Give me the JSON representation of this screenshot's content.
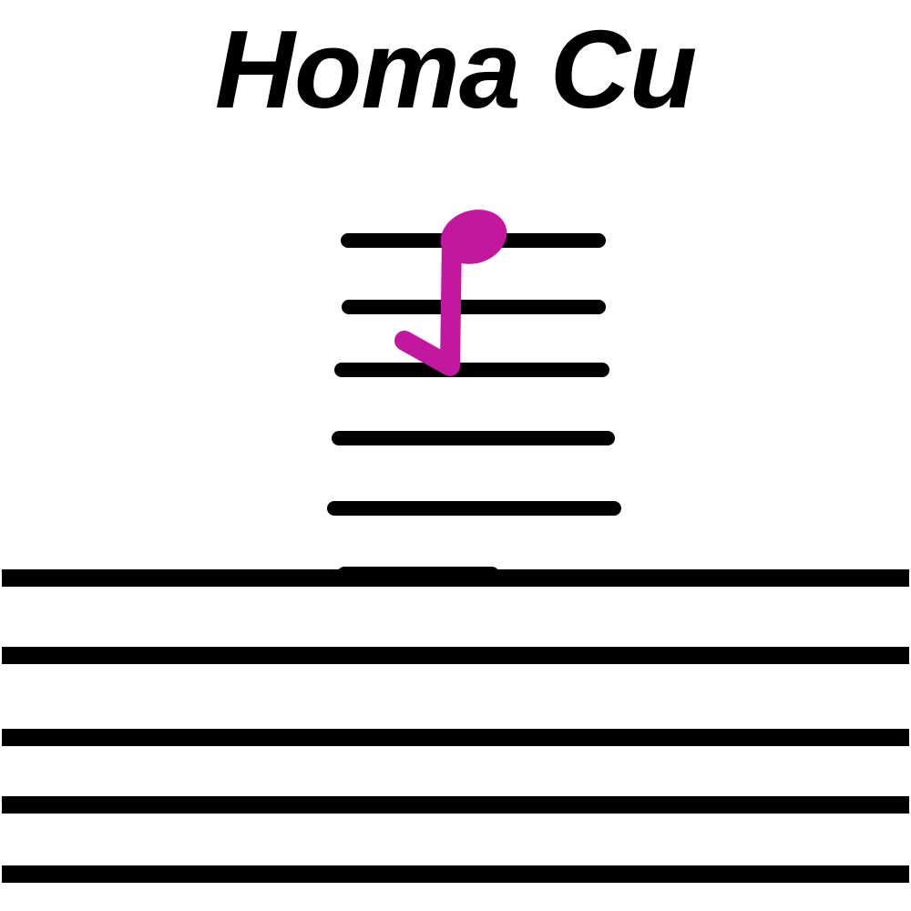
{
  "title": "Нота Си",
  "colors": {
    "background": "#ffffff",
    "line": "#000000",
    "note": "#c2179e"
  },
  "note": {
    "name": "note-icon",
    "duration": "eighth"
  },
  "staff": {
    "ledger_line_count": 6,
    "staff_line_count": 5
  }
}
